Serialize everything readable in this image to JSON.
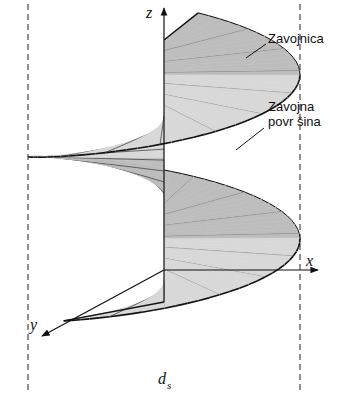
{
  "diagram": {
    "labels": [
      "z",
      "Zavojnica",
      "Zavojna povr šina",
      "x",
      "y",
      "d",
      "s"
    ]
  }
}
